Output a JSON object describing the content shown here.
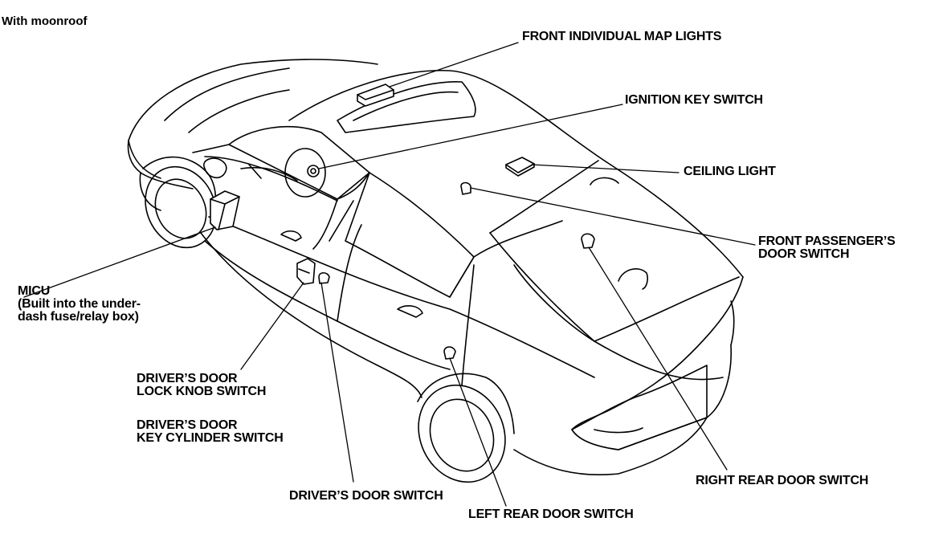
{
  "caption": "With moonroof",
  "labels": {
    "front_map_lights": "FRONT INDIVIDUAL MAP LIGHTS",
    "ignition_key_switch": "IGNITION KEY SWITCH",
    "ceiling_light": "CEILING LIGHT",
    "front_passenger_door_switch": [
      "FRONT PASSENGER’S",
      "DOOR SWITCH"
    ],
    "micu": [
      "MICU",
      "(Built into the under-",
      "dash fuse/relay box)"
    ],
    "drivers_lock_knob_switch": [
      "DRIVER’S DOOR",
      "LOCK KNOB SWITCH"
    ],
    "drivers_key_cylinder_switch": [
      "DRIVER’S DOOR",
      "KEY CYLINDER SWITCH"
    ],
    "drivers_door_switch": "DRIVER’S DOOR SWITCH",
    "left_rear_door_switch": "LEFT REAR DOOR SWITCH",
    "right_rear_door_switch": "RIGHT REAR DOOR SWITCH"
  },
  "colors": {
    "line": "#000000",
    "background": "#ffffff"
  }
}
